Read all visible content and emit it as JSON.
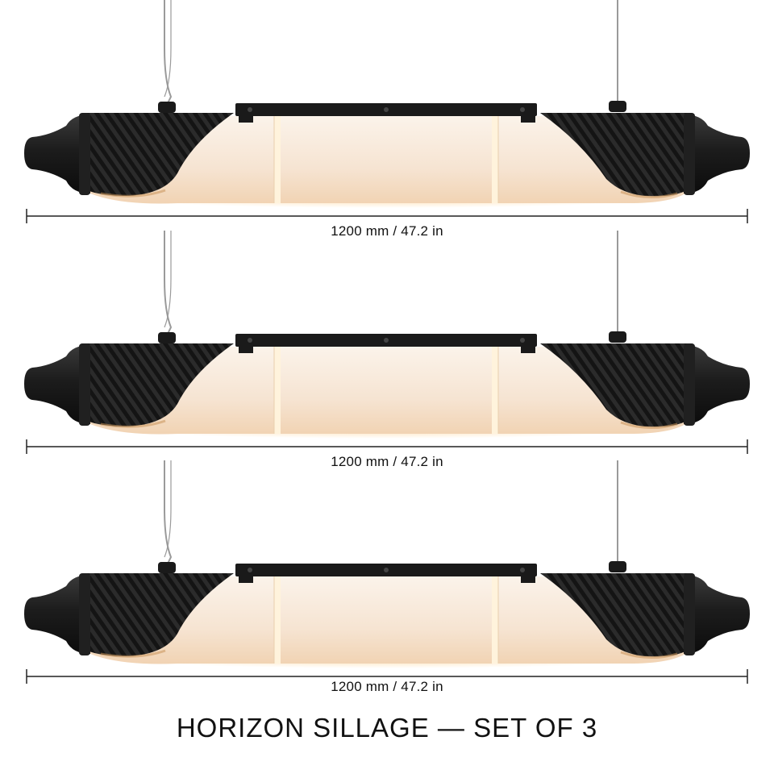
{
  "product": {
    "title": "HORIZON SILLAGE — SET OF 3"
  },
  "lamps": [
    {
      "dimension_label": "1200 mm / 47.2 in"
    },
    {
      "dimension_label": "1200 mm / 47.2 in"
    },
    {
      "dimension_label": "1200 mm / 47.2 in"
    }
  ],
  "colors": {
    "housing": "#1a1a1a",
    "diffuser": "#f6e7d8",
    "glow": "#f8d7a8",
    "cable": "#9a9a9a",
    "dimension_line": "#222222"
  },
  "icons": {
    "fiber_texture": "diagonal-stripes",
    "end_cap": "tapered-cap"
  }
}
